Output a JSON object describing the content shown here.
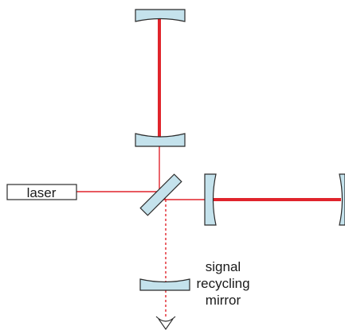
{
  "diagram": {
    "laser_label": "laser",
    "signal_mirror_label": [
      "signal",
      "recycling",
      "mirror"
    ],
    "colors": {
      "beam": "#e0242c",
      "mirror_fill": "#c4e2ec",
      "outline": "#2b2b2b"
    }
  }
}
